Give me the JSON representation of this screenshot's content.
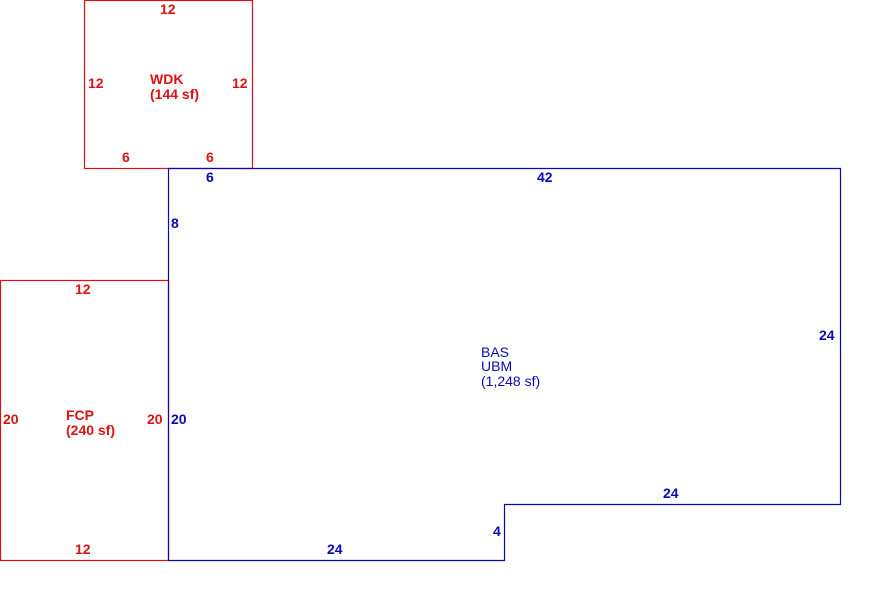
{
  "colors": {
    "addition": "#dd1111",
    "main": "#0a0ab4",
    "background": "#ffffff"
  },
  "wdk": {
    "name": "WDK",
    "area": "(144 sf)",
    "dims": {
      "top": "12",
      "left": "12",
      "right": "12",
      "bottom_left": "6",
      "bottom_right": "6"
    }
  },
  "fcp": {
    "name": "FCP",
    "area": "(240 sf)",
    "dims": {
      "top": "12",
      "left": "20",
      "right": "20",
      "bottom": "12"
    }
  },
  "bas": {
    "name": "BAS",
    "subname": "UBM",
    "area": "(1,248 sf)",
    "dims": {
      "top_left": "6",
      "top": "42",
      "left_upper": "8",
      "left_lower": "20",
      "right": "24",
      "step_top": "24",
      "step": "4",
      "bottom": "24"
    }
  }
}
